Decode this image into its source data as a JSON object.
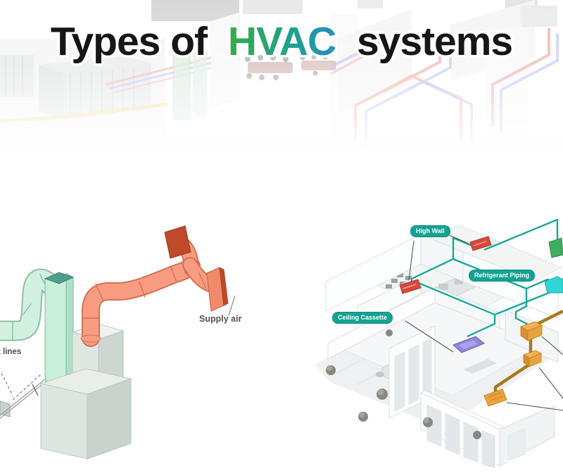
{
  "title": {
    "part1": "Types of",
    "highlight": "HVAC",
    "part2": "systems"
  },
  "palette": {
    "title_text": "#161616",
    "hvac_gradient_start": "#35ab4e",
    "hvac_gradient_mid": "#1fa08c",
    "hvac_gradient_end": "#2f87d5",
    "badge_teal": "#15a294",
    "pipe_teal": "#12a79b",
    "mint_duct": "#cfeedd",
    "mint_duct_cap": "#4f9e8c",
    "salmon_duct": "#f79c80",
    "register_red": "#bf4a2a",
    "unit_red": "#d9483b",
    "unit_green": "#3fae62",
    "unit_cyan": "#2fd6d4",
    "unit_purple": "#8f86dd",
    "unit_orange": "#eaa33c",
    "pipe_gold": "#a87a1e"
  },
  "left_diagram": {
    "labels": {
      "refrigerant_lines_partial": "t lines",
      "supply_air": "Supply air"
    }
  },
  "right_diagram": {
    "labels": {
      "high_wall": "High Wall",
      "refrigerant_piping": "Refrigerant Piping",
      "ceiling_cassette": "Ceiling Cassette"
    }
  }
}
